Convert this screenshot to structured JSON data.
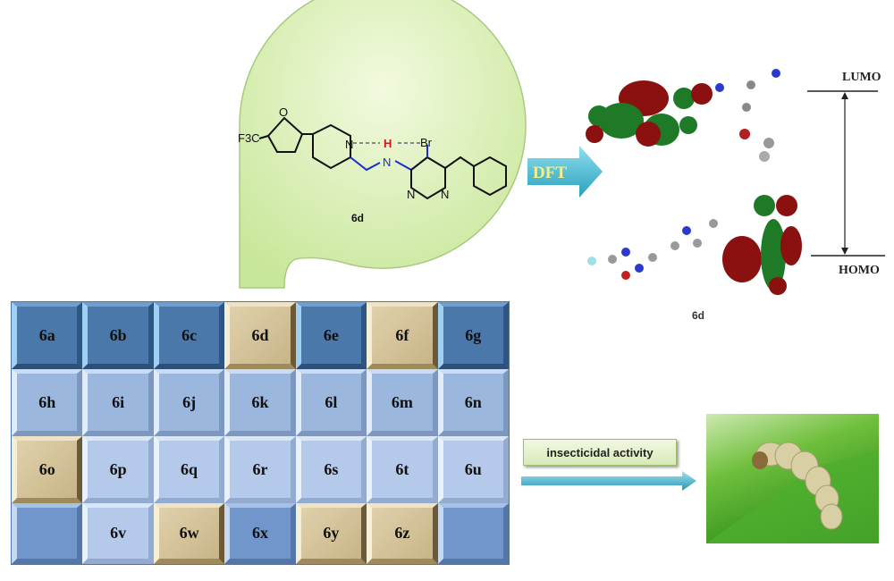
{
  "molecule": {
    "compound_label": "6d",
    "atoms": {
      "cf3": "F3C",
      "o": "O",
      "n": "N",
      "h": "H",
      "br": "Br"
    }
  },
  "dft_arrow_label": "DFT",
  "orbitals": {
    "lumo_label": "LUMO",
    "homo_label": "HOMO",
    "compound_label": "6d"
  },
  "grid": {
    "rows": [
      [
        {
          "label": "6a",
          "style": "dark"
        },
        {
          "label": "6b",
          "style": "dark"
        },
        {
          "label": "6c",
          "style": "dark"
        },
        {
          "label": "6d",
          "style": "tan"
        },
        {
          "label": "6e",
          "style": "dark"
        },
        {
          "label": "6f",
          "style": "tan"
        },
        {
          "label": "6g",
          "style": "dark"
        }
      ],
      [
        {
          "label": "6h",
          "style": "light"
        },
        {
          "label": "6i",
          "style": "light"
        },
        {
          "label": "6j",
          "style": "light"
        },
        {
          "label": "6k",
          "style": "light"
        },
        {
          "label": "6l",
          "style": "light"
        },
        {
          "label": "6m",
          "style": "light"
        },
        {
          "label": "6n",
          "style": "light"
        }
      ],
      [
        {
          "label": "6o",
          "style": "tan"
        },
        {
          "label": "6p",
          "style": "pale"
        },
        {
          "label": "6q",
          "style": "pale"
        },
        {
          "label": "6r",
          "style": "pale"
        },
        {
          "label": "6s",
          "style": "pale"
        },
        {
          "label": "6t",
          "style": "pale"
        },
        {
          "label": "6u",
          "style": "pale"
        }
      ],
      [
        {
          "label": "",
          "style": "mid"
        },
        {
          "label": "6v",
          "style": "pale"
        },
        {
          "label": "6w",
          "style": "tan"
        },
        {
          "label": "6x",
          "style": "mid"
        },
        {
          "label": "6y",
          "style": "tan"
        },
        {
          "label": "6z",
          "style": "tan"
        },
        {
          "label": "",
          "style": "mid"
        }
      ]
    ]
  },
  "activity_label": "insecticidal activity",
  "colors": {
    "bubble": "#d6eeb0",
    "arrow": "#3fb8d0",
    "dft_text": "#f5f08a",
    "orb_red": "#8b1010",
    "orb_green": "#1e7a26"
  }
}
